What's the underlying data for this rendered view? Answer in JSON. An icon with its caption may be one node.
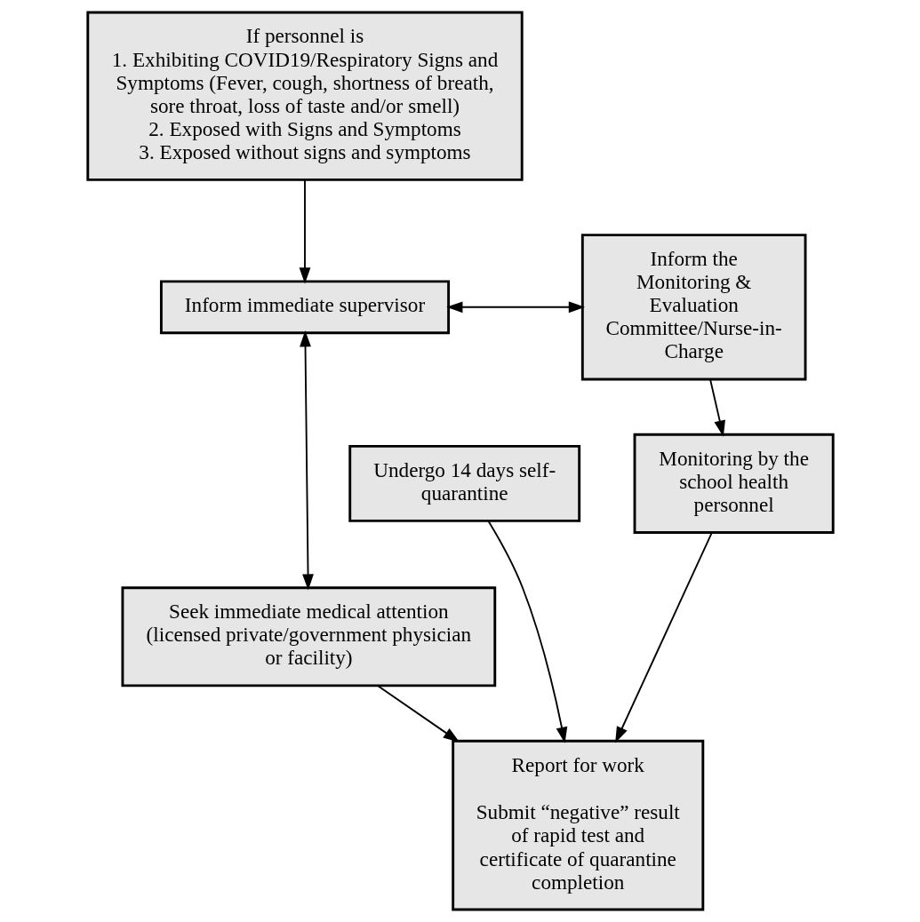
{
  "diagram": {
    "nodes": [
      {
        "text": [
          "If personnel is",
          "1. Exhibiting COVID19/Respiratory Signs and Symptoms (Fever, cough, shortness of breath, sore throat, loss of taste and/or smell)",
          "2. Exposed with Signs and Symptoms",
          "3. Exposed without signs and symptoms"
        ]
      },
      {
        "text": [
          "Inform immediate supervisor"
        ]
      },
      {
        "text": [
          "Inform the Monitoring & Evaluation Committee/Nurse-in-Charge"
        ]
      },
      {
        "text": [
          "Seek immediate medical attention (licensed private/government physician or facility)"
        ]
      },
      {
        "text": [
          "Undergo 14 days self-quarantine"
        ]
      },
      {
        "text": [
          "Monitoring by the school health personnel"
        ]
      },
      {
        "text": [
          "Report for work",
          "Submit “negative” result of rapid test and certificate of quarantine completion"
        ]
      }
    ],
    "edges": [
      {
        "from": 0,
        "to": 1,
        "arrow": "to"
      },
      {
        "from": 1,
        "to": 2,
        "arrow": "both"
      },
      {
        "from": 1,
        "to": 3,
        "arrow": "both"
      },
      {
        "from": 2,
        "to": 5,
        "arrow": "to"
      },
      {
        "from": 3,
        "to": 6,
        "arrow": "to"
      },
      {
        "from": 4,
        "to": 6,
        "arrow": "to"
      },
      {
        "from": 5,
        "to": 6,
        "arrow": "to"
      }
    ]
  }
}
